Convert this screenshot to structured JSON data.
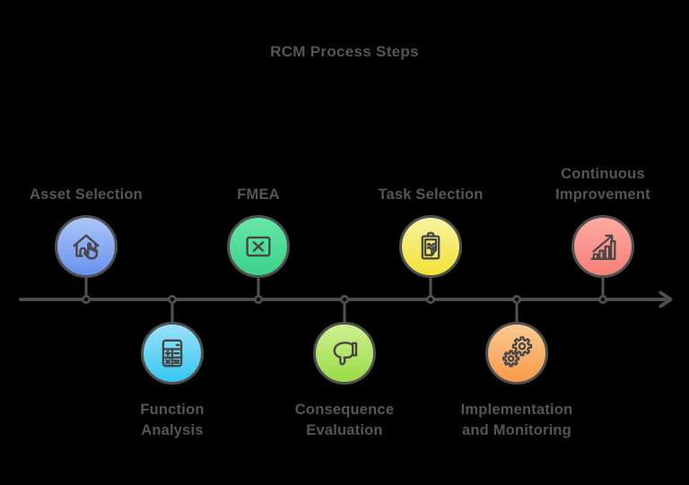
{
  "title": "RCM Process Steps",
  "colors": {
    "line": "#4f4f4f",
    "text": "#555555",
    "icon": "#464646",
    "background": "#000000"
  },
  "steps": [
    {
      "id": "asset-selection",
      "label_lines": [
        "Asset Selection"
      ],
      "position": "above",
      "icon": "house-select-icon",
      "colors": {
        "top": "#abc6f7",
        "bottom": "#6a92ee",
        "border": "#4f4f4f"
      }
    },
    {
      "id": "function-analysis",
      "label_lines": [
        "Function",
        "Analysis"
      ],
      "position": "below",
      "icon": "calculator-icon",
      "colors": {
        "top": "#9be2f9",
        "bottom": "#36c7f1",
        "border": "#4f4f4f"
      }
    },
    {
      "id": "fmea",
      "label_lines": [
        "FMEA"
      ],
      "position": "above",
      "icon": "x-box-icon",
      "colors": {
        "top": "#67e6a7",
        "bottom": "#3cd28c",
        "border": "#4f4f4f"
      }
    },
    {
      "id": "consequence-evaluation",
      "label_lines": [
        "Consequence",
        "Evaluation"
      ],
      "position": "below",
      "icon": "thumbs-down-icon",
      "colors": {
        "top": "#cff094",
        "bottom": "#9adb45",
        "border": "#4f4f4f"
      }
    },
    {
      "id": "task-selection",
      "label_lines": [
        "Task Selection"
      ],
      "position": "above",
      "icon": "clipboard-icon",
      "colors": {
        "top": "#f9f3a3",
        "bottom": "#f2e235",
        "border": "#4f4f4f"
      }
    },
    {
      "id": "implementation-and-monitoring",
      "label_lines": [
        "Implementation",
        "and Monitoring"
      ],
      "position": "below",
      "icon": "gears-icon",
      "colors": {
        "top": "#fbca93",
        "bottom": "#f89a48",
        "border": "#4f4f4f"
      }
    },
    {
      "id": "continuous-improvement",
      "label_lines": [
        "Continuous",
        "Improvement"
      ],
      "position": "above",
      "icon": "growth-chart-icon",
      "colors": {
        "top": "#fcaba3",
        "bottom": "#f87f76",
        "border": "#4f4f4f"
      }
    }
  ]
}
